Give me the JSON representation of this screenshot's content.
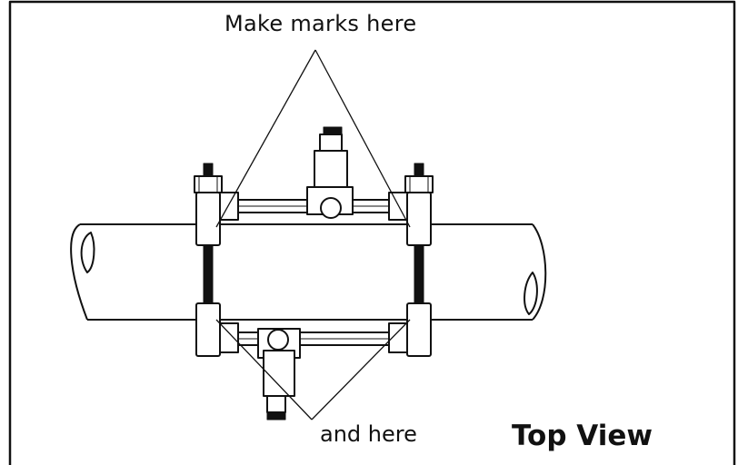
{
  "figure": {
    "label_top": "Make  marks here",
    "label_bottom": "and here",
    "view_title": "Top View"
  }
}
